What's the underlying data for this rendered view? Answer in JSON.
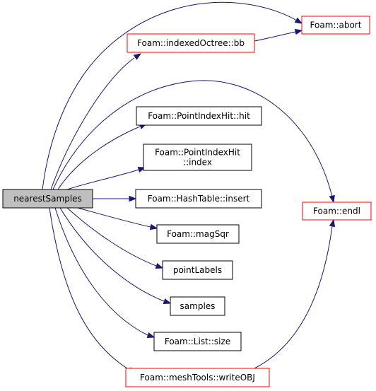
{
  "graph": {
    "nodes": {
      "nearestSamples": {
        "lines": [
          "nearestSamples"
        ],
        "style": "root"
      },
      "abort": {
        "lines": [
          "Foam::abort"
        ],
        "style": "truncated"
      },
      "bb": {
        "lines": [
          "Foam::indexedOctree::bb"
        ],
        "style": "truncated"
      },
      "hit": {
        "lines": [
          "Foam::PointIndexHit::hit"
        ],
        "style": "normal"
      },
      "index": {
        "lines": [
          "Foam::PointIndexHit",
          "::index"
        ],
        "style": "normal"
      },
      "insert": {
        "lines": [
          "Foam::HashTable::insert"
        ],
        "style": "normal"
      },
      "endl": {
        "lines": [
          "Foam::endl"
        ],
        "style": "truncated"
      },
      "magSqr": {
        "lines": [
          "Foam::magSqr"
        ],
        "style": "normal"
      },
      "pointLabels": {
        "lines": [
          "pointLabels"
        ],
        "style": "normal"
      },
      "samples": {
        "lines": [
          "samples"
        ],
        "style": "normal"
      },
      "size": {
        "lines": [
          "Foam::List::size"
        ],
        "style": "normal"
      },
      "writeOBJ": {
        "lines": [
          "Foam::meshTools::writeOBJ"
        ],
        "style": "truncated"
      }
    },
    "edges": [
      {
        "from": "nearestSamples",
        "to": "abort"
      },
      {
        "from": "nearestSamples",
        "to": "bb"
      },
      {
        "from": "nearestSamples",
        "to": "endl"
      },
      {
        "from": "nearestSamples",
        "to": "hit"
      },
      {
        "from": "nearestSamples",
        "to": "index"
      },
      {
        "from": "nearestSamples",
        "to": "insert"
      },
      {
        "from": "nearestSamples",
        "to": "magSqr"
      },
      {
        "from": "nearestSamples",
        "to": "pointLabels"
      },
      {
        "from": "nearestSamples",
        "to": "samples"
      },
      {
        "from": "nearestSamples",
        "to": "size"
      },
      {
        "from": "nearestSamples",
        "to": "writeOBJ"
      },
      {
        "from": "bb",
        "to": "abort"
      },
      {
        "from": "writeOBJ",
        "to": "endl"
      }
    ]
  },
  "colors": {
    "edge": "#191970",
    "root_fill": "#bfbfbf",
    "root_border": "#000000",
    "normal_border": "#000000",
    "truncated_border": "#ff0000",
    "node_fill": "#ffffff"
  }
}
